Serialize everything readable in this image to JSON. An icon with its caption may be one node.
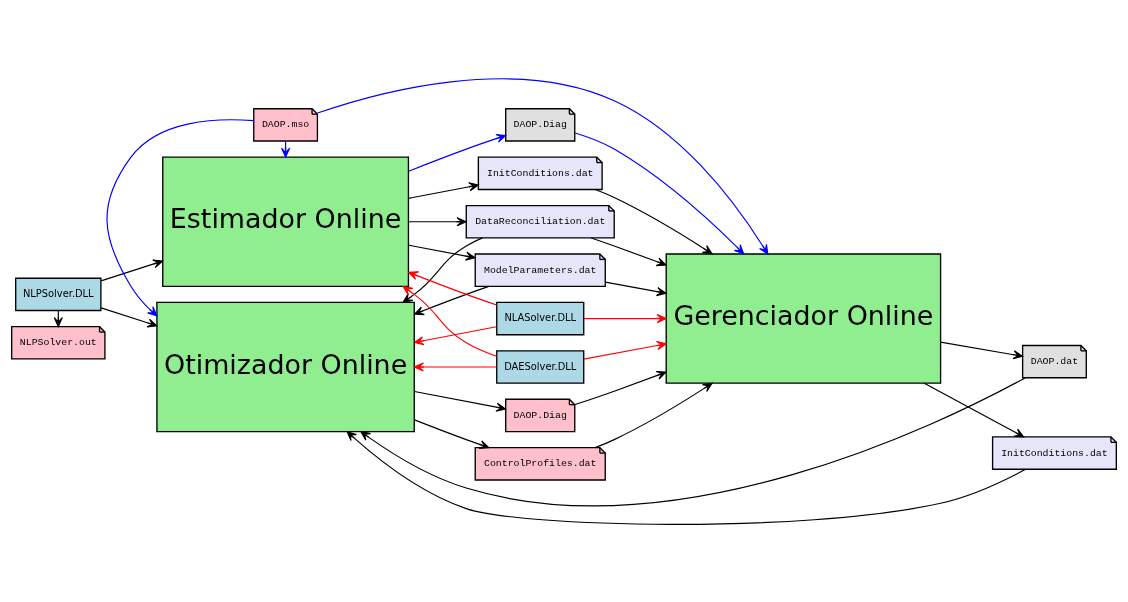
{
  "diagram": {
    "nodes": [
      {
        "text": [
          "Estimador Online"
        ]
      },
      {
        "text": [
          "Gerenciador Online"
        ]
      },
      {
        "text": [
          "Otimizador Online"
        ]
      },
      {
        "text": [
          "NLPSolver.DLL"
        ]
      },
      {
        "text": [
          "NLPSolver.out"
        ]
      },
      {
        "text": [
          "DAOP.mso"
        ]
      },
      {
        "text": [
          "DAOP.Diag"
        ]
      },
      {
        "text": [
          "InitConditions.dat"
        ]
      },
      {
        "text": [
          "DataReconciliation.dat"
        ]
      },
      {
        "text": [
          "ModelParameters.dat"
        ]
      },
      {
        "text": [
          "NLASolver.DLL"
        ]
      },
      {
        "text": [
          "DAESolver.DLL"
        ]
      },
      {
        "text": [
          "InitConditions.dat"
        ]
      },
      {
        "text": [
          "DAOP.dat"
        ]
      },
      {
        "text": [
          "ControlProfiles.dat"
        ]
      },
      {
        "text": [
          "DAOP.Diag"
        ]
      }
    ],
    "edges": [
      {
        "from": 3,
        "to": 0,
        "arrow": "to"
      },
      {
        "from": 3,
        "to": 2,
        "arrow": "to"
      },
      {
        "from": 3,
        "to": 4,
        "arrow": "to"
      },
      {
        "from": 5,
        "to": 0,
        "arrow": "to",
        "color": "#0000ff"
      },
      {
        "from": 5,
        "to": 2,
        "arrow": "to",
        "color": "#0000ff"
      },
      {
        "from": 5,
        "to": 1,
        "arrow": "to",
        "color": "#0000ff"
      },
      {
        "from": 0,
        "to": 6,
        "arrow": "to",
        "color": "#0000ff"
      },
      {
        "from": 6,
        "to": 1,
        "arrow": "to",
        "color": "#0000ff"
      },
      {
        "from": 0,
        "to": 7,
        "arrow": "to"
      },
      {
        "from": 0,
        "to": 8,
        "arrow": "to"
      },
      {
        "from": 0,
        "to": 9,
        "arrow": "to"
      },
      {
        "from": 7,
        "to": 1,
        "arrow": "to"
      },
      {
        "from": 8,
        "to": 1,
        "arrow": "to"
      },
      {
        "from": 9,
        "to": 1,
        "arrow": "to"
      },
      {
        "from": 8,
        "to": 2,
        "arrow": "to"
      },
      {
        "from": 9,
        "to": 2,
        "arrow": "to"
      },
      {
        "from": 10,
        "to": 0,
        "arrow": "to",
        "color": "#ff0000"
      },
      {
        "from": 11,
        "to": 0,
        "arrow": "to",
        "color": "#ff0000"
      },
      {
        "from": 10,
        "to": 2,
        "arrow": "to",
        "color": "#ff0000"
      },
      {
        "from": 11,
        "to": 2,
        "arrow": "to",
        "color": "#ff0000"
      },
      {
        "from": 10,
        "to": 1,
        "arrow": "to",
        "color": "#ff0000"
      },
      {
        "from": 11,
        "to": 1,
        "arrow": "to",
        "color": "#ff0000"
      },
      {
        "from": 1,
        "to": 12,
        "arrow": "to"
      },
      {
        "from": 1,
        "to": 13,
        "arrow": "to"
      },
      {
        "from": 12,
        "to": 2,
        "arrow": "to"
      },
      {
        "from": 13,
        "to": 2,
        "arrow": "to"
      },
      {
        "from": 2,
        "to": 14,
        "arrow": "to"
      },
      {
        "from": 2,
        "to": 15,
        "arrow": "to"
      },
      {
        "from": 14,
        "to": 1,
        "arrow": "to"
      },
      {
        "from": 15,
        "to": 1,
        "arrow": "to"
      }
    ]
  }
}
